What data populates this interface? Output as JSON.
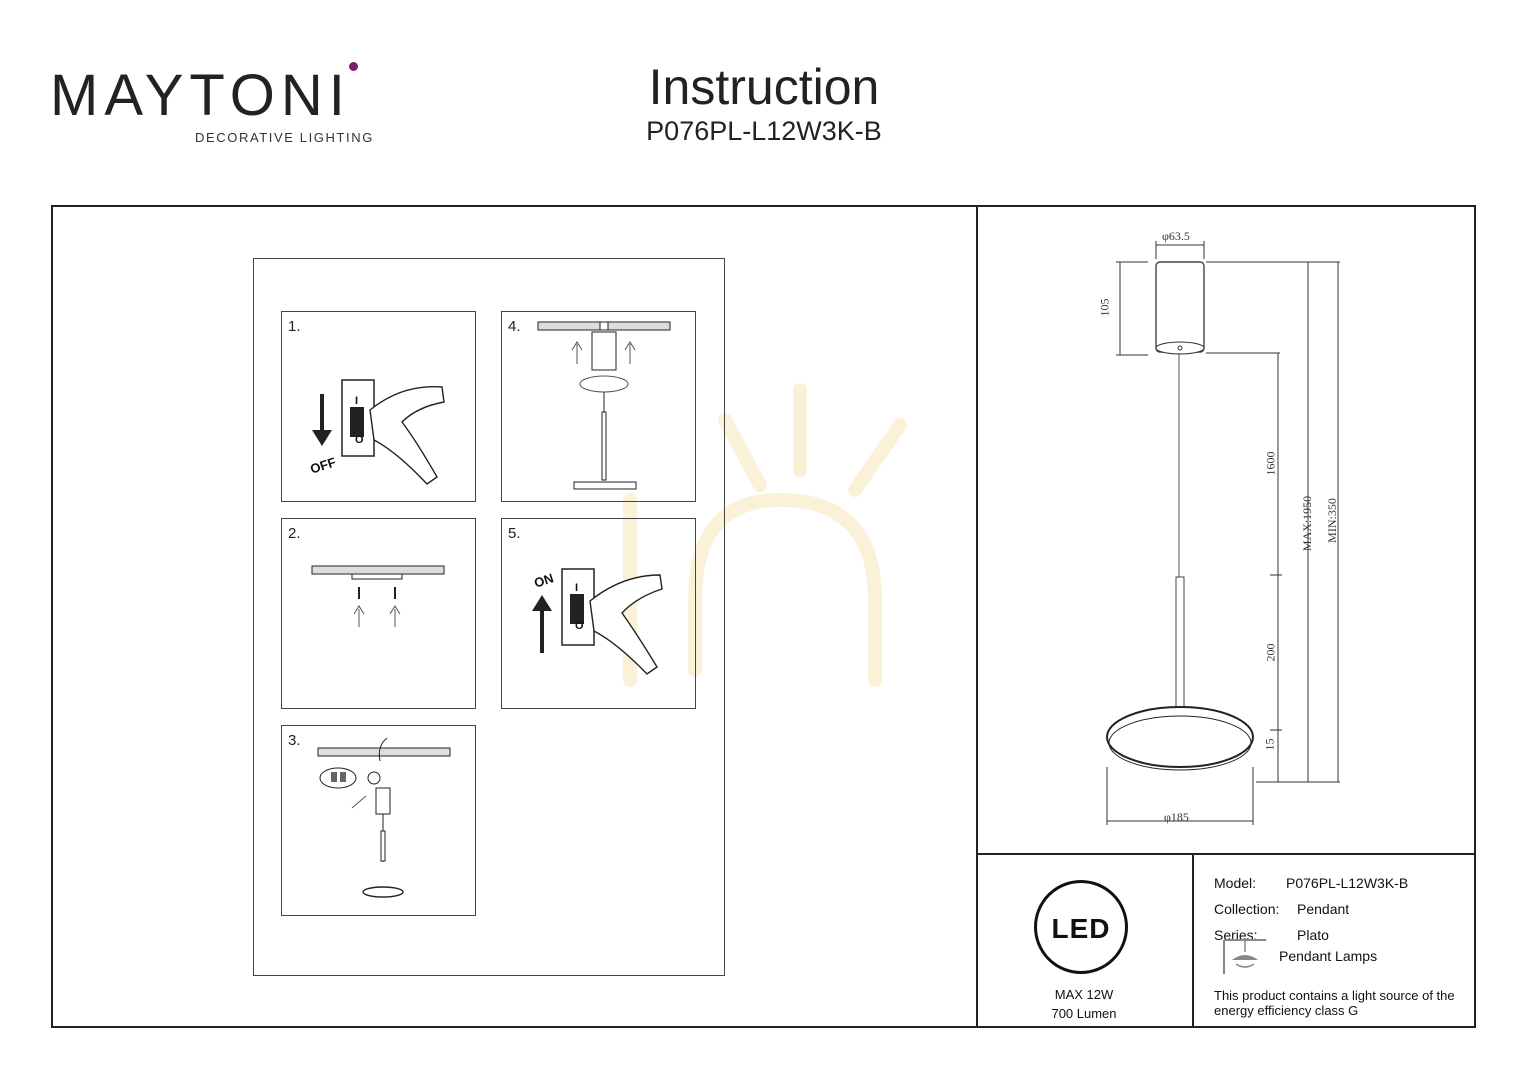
{
  "brand": {
    "name": "MAYTONI",
    "tagline": "DECORATIVE LIGHTING",
    "dot_color": "#7a1f6b"
  },
  "header": {
    "title": "Instruction",
    "model_code": "P076PL-L12W3K-B"
  },
  "steps": [
    {
      "number": "1.",
      "switch_label": "OFF",
      "switch_i": "I",
      "switch_o": "O"
    },
    {
      "number": "2."
    },
    {
      "number": "3."
    },
    {
      "number": "4."
    },
    {
      "number": "5.",
      "switch_label": "ON",
      "switch_i": "I",
      "switch_o": "O"
    }
  ],
  "drawing": {
    "canopy_diameter": "φ63.5",
    "canopy_height": "105",
    "cable_length": "1600",
    "tube_length": "200",
    "disc_height": "15",
    "max_height": "MAX:1950",
    "min_height": "MIN:350",
    "disc_diameter": "φ185"
  },
  "led": {
    "label": "LED",
    "power": "MAX 12W",
    "lumen": "700 Lumen"
  },
  "specs": {
    "model_label": "Model:",
    "model_value": "P076PL-L12W3K-B",
    "collection_label": "Collection:",
    "collection_value": "Pendant",
    "series_label": "Series:",
    "series_value": "Plato",
    "category": "Pendant Lamps",
    "energy_line1": "This product contains a light source of the",
    "energy_line2": "energy efficiency class G"
  }
}
